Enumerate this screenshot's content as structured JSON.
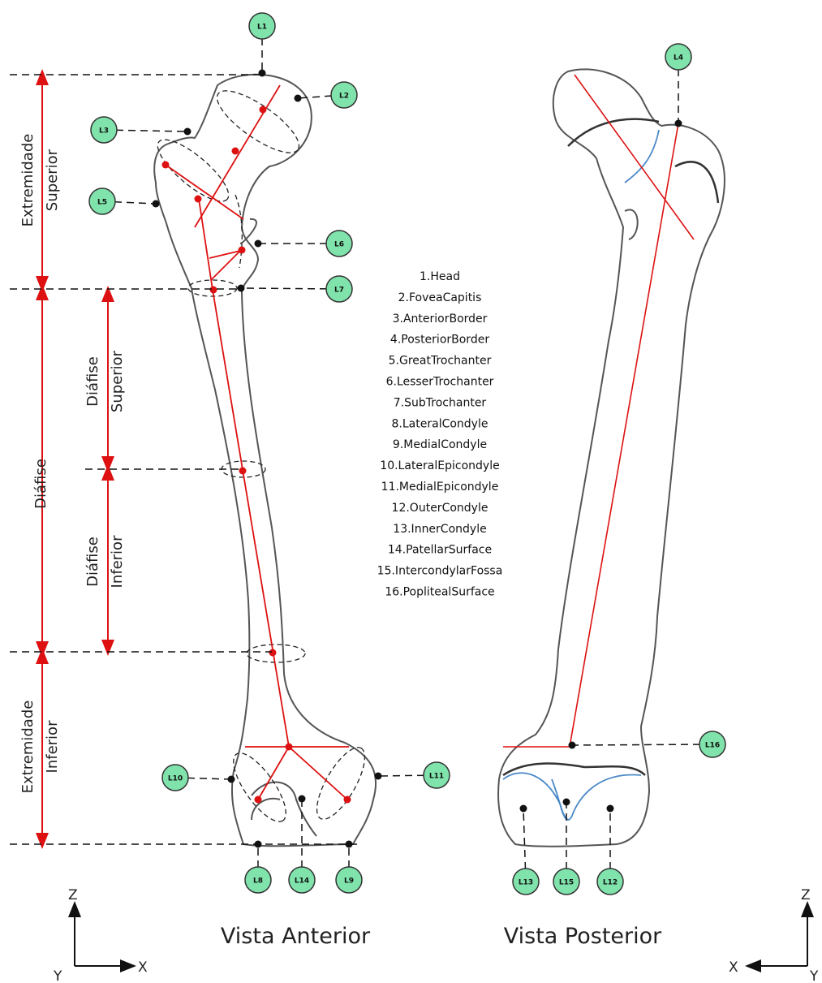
{
  "landmarks": [
    {
      "id": "L1",
      "label": "L1"
    },
    {
      "id": "L2",
      "label": "L2"
    },
    {
      "id": "L3",
      "label": "L3"
    },
    {
      "id": "L4",
      "label": "L4"
    },
    {
      "id": "L5",
      "label": "L5"
    },
    {
      "id": "L6",
      "label": "L6"
    },
    {
      "id": "L7",
      "label": "L7"
    },
    {
      "id": "L8",
      "label": "L8"
    },
    {
      "id": "L9",
      "label": "L9"
    },
    {
      "id": "L10",
      "label": "L10"
    },
    {
      "id": "L11",
      "label": "L11"
    },
    {
      "id": "L12",
      "label": "L12"
    },
    {
      "id": "L13",
      "label": "L13"
    },
    {
      "id": "L14",
      "label": "L14"
    },
    {
      "id": "L15",
      "label": "L15"
    },
    {
      "id": "L16",
      "label": "L16"
    }
  ],
  "legend": [
    "1.Head",
    "2.FoveaCapitis",
    "3.AnteriorBorder",
    "4.PosteriorBorder",
    "5.GreatTrochanter",
    "6.LesserTrochanter",
    "7.SubTrochanter",
    "8.LateralCondyle",
    "9.MedialCondyle",
    "10.LateralEpicondyle",
    "11.MedialEpicondyle",
    "12.OuterCondyle",
    "13.InnerCondyle",
    "14.PatellarSurface",
    "15.IntercondylarFossa",
    "16.PoplitealSurface"
  ],
  "regions": {
    "extremidade_superior": [
      "Extremidade",
      "Superior"
    ],
    "diafise": "Diáfise",
    "diafise_superior": [
      "Diáfise",
      "Superior"
    ],
    "diafise_inferior": [
      "Diáfise",
      "Inferior"
    ],
    "extremidade_inferior": [
      "Extremidade",
      "Inferior"
    ]
  },
  "views": {
    "anterior": "Vista Anterior",
    "posterior": "Vista Posterior"
  },
  "axes": {
    "left": {
      "vertical": "Z",
      "horizontal": "X",
      "corner": "Y"
    },
    "right": {
      "vertical": "Z",
      "horizontal": "X",
      "corner": "Y"
    }
  },
  "colors": {
    "landmark_fill": "#7fe3ab",
    "landmark_stroke": "#333333",
    "red": "#dd1111",
    "blue": "#4a88c7",
    "bone": "#555555"
  }
}
